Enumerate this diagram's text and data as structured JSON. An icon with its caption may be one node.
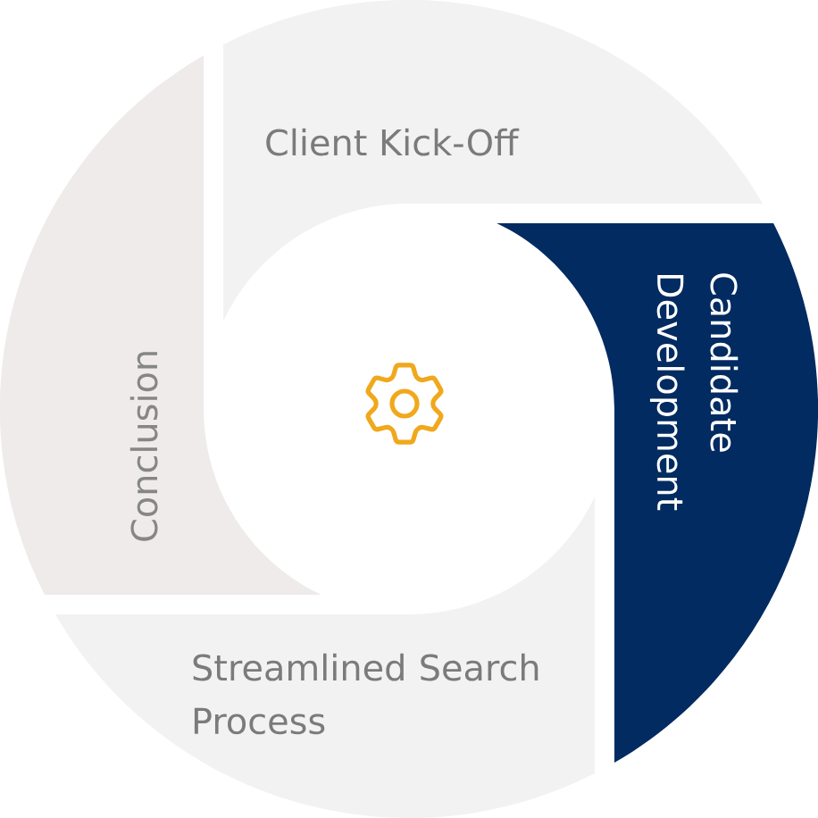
{
  "diagram": {
    "nodes": [
      {
        "text": [
          "Client Kick-Off"
        ]
      },
      {
        "text": [
          "Candidate Development"
        ]
      },
      {
        "text": [
          "Streamlined Search Process"
        ]
      },
      {
        "text": [
          "Conclusion"
        ]
      }
    ]
  }
}
